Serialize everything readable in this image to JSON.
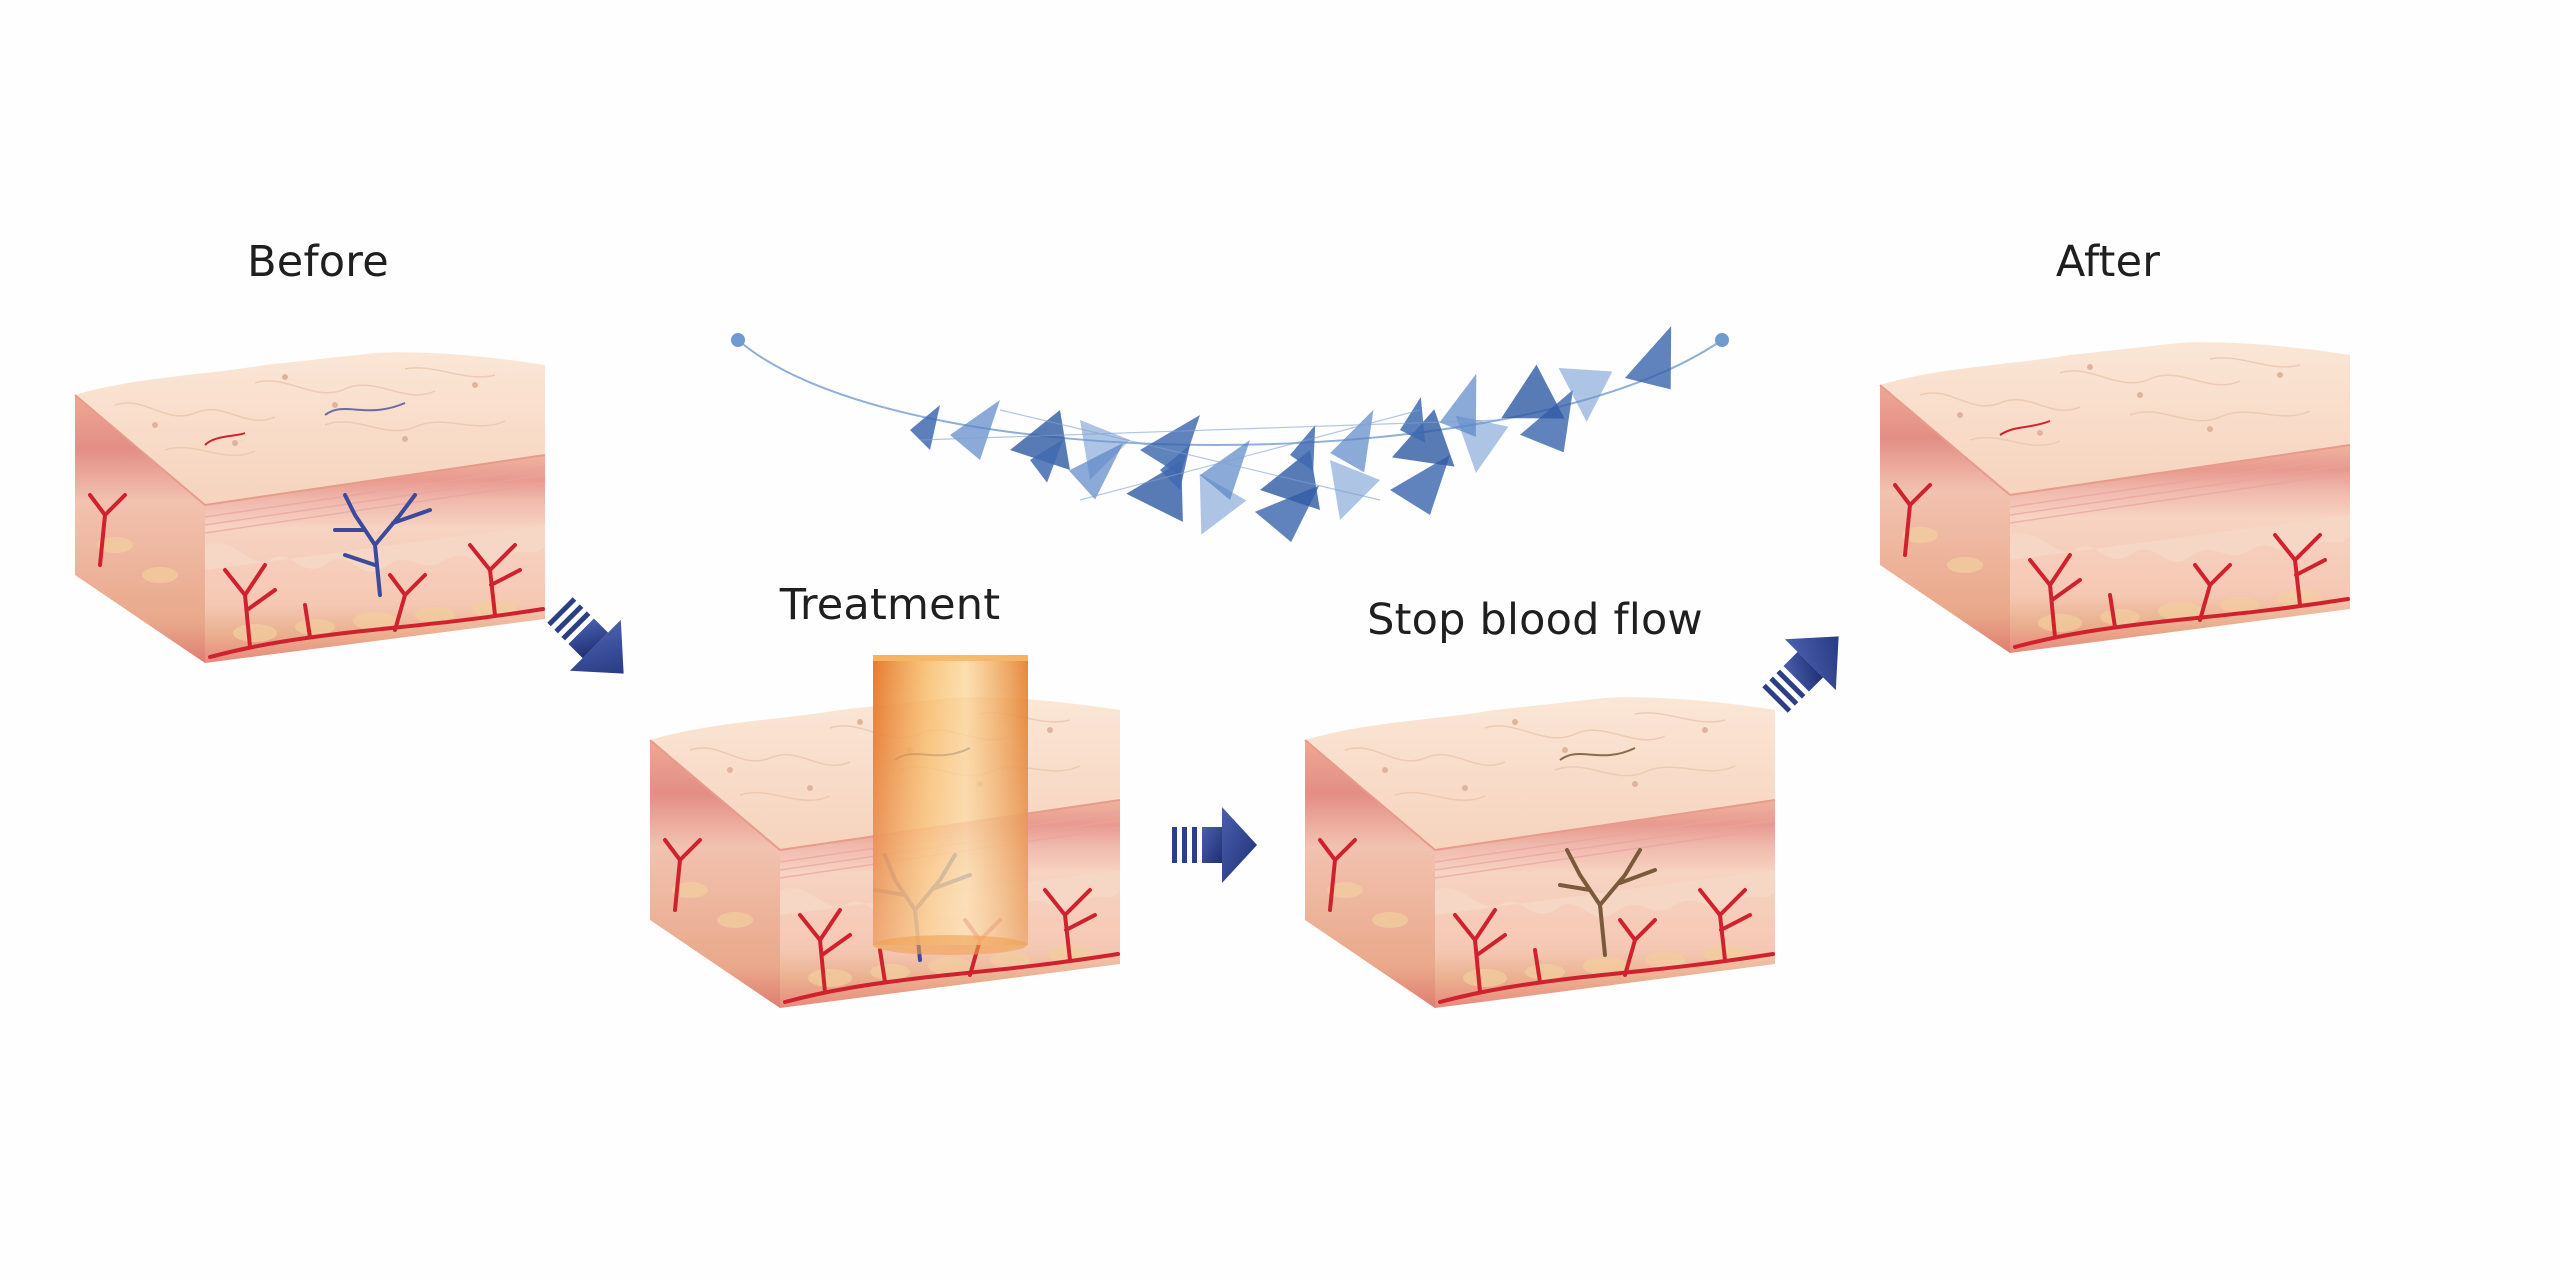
{
  "stages": [
    {
      "key": "before",
      "label": "Before",
      "vessel_color": "#3b4a9a"
    },
    {
      "key": "treatment",
      "label": "Treatment",
      "vessel_color": "#3b4a9a"
    },
    {
      "key": "stop",
      "label": "Stop blood flow",
      "vessel_color": "#7a5a3a"
    },
    {
      "key": "after",
      "label": "After",
      "vessel_color": null
    }
  ],
  "colors": {
    "arrow": "#2c3e86",
    "artery": "#d0222e",
    "skin_top": "#f9dcc6",
    "dermis": "#f6c5b4",
    "beam": "#e8842a",
    "crystal": "#3f6ab0"
  }
}
